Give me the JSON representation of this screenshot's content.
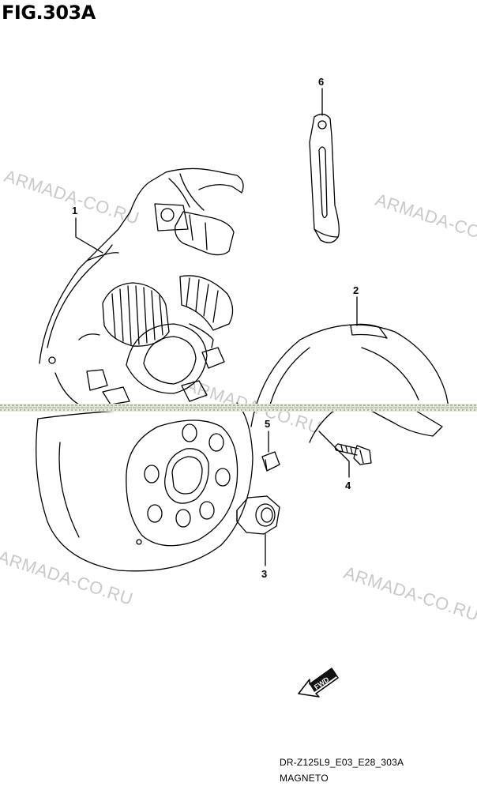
{
  "figure": {
    "title": "FIG.303A",
    "model_code": "DR-Z125L9_E03_E28_303A",
    "section_name": "MAGNETO"
  },
  "callouts": [
    "1",
    "2",
    "3",
    "4",
    "5",
    "6"
  ],
  "watermark": "ARMADA-CO.RU",
  "direction_marker": {
    "label": "FWD",
    "icon": "forward-arrow-icon"
  },
  "colors": {
    "line": "#000000",
    "watermark": "#c9c9c9",
    "band": "#9aa88a"
  }
}
